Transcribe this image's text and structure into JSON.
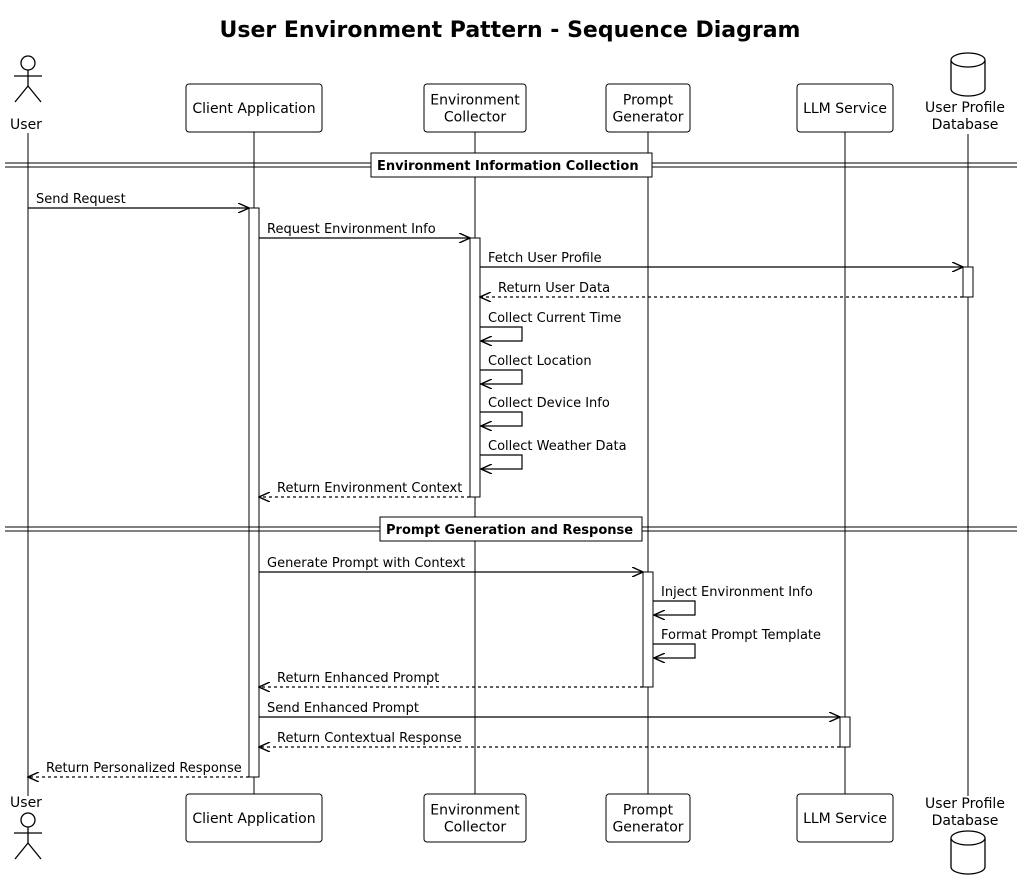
{
  "title": "User Environment Pattern - Sequence Diagram",
  "participants": [
    {
      "id": "user",
      "kind": "actor",
      "lines": [
        "User"
      ]
    },
    {
      "id": "client",
      "kind": "box",
      "lines": [
        "Client Application"
      ]
    },
    {
      "id": "env",
      "kind": "box",
      "lines": [
        "Environment",
        "Collector"
      ]
    },
    {
      "id": "prompt",
      "kind": "box",
      "lines": [
        "Prompt",
        "Generator"
      ]
    },
    {
      "id": "llm",
      "kind": "box",
      "lines": [
        "LLM Service"
      ]
    },
    {
      "id": "db",
      "kind": "database",
      "lines": [
        "User Profile",
        "Database"
      ]
    }
  ],
  "dividers": [
    {
      "label": "Environment Information Collection"
    },
    {
      "label": "Prompt Generation and Response"
    }
  ],
  "messages": [
    {
      "from": "user",
      "to": "client",
      "label": "Send Request",
      "style": "solid"
    },
    {
      "from": "client",
      "to": "env",
      "label": "Request Environment Info",
      "style": "solid"
    },
    {
      "from": "env",
      "to": "db",
      "label": "Fetch User Profile",
      "style": "solid"
    },
    {
      "from": "db",
      "to": "env",
      "label": "Return User Data",
      "style": "dashed"
    },
    {
      "from": "env",
      "to": "env",
      "label": "Collect Current Time",
      "style": "solid"
    },
    {
      "from": "env",
      "to": "env",
      "label": "Collect Location",
      "style": "solid"
    },
    {
      "from": "env",
      "to": "env",
      "label": "Collect Device Info",
      "style": "solid"
    },
    {
      "from": "env",
      "to": "env",
      "label": "Collect Weather Data",
      "style": "solid"
    },
    {
      "from": "env",
      "to": "client",
      "label": "Return Environment Context",
      "style": "dashed"
    },
    {
      "from": "client",
      "to": "prompt",
      "label": "Generate Prompt with Context",
      "style": "solid"
    },
    {
      "from": "prompt",
      "to": "prompt",
      "label": "Inject Environment Info",
      "style": "solid"
    },
    {
      "from": "prompt",
      "to": "prompt",
      "label": "Format Prompt Template",
      "style": "solid"
    },
    {
      "from": "prompt",
      "to": "client",
      "label": "Return Enhanced Prompt",
      "style": "dashed"
    },
    {
      "from": "client",
      "to": "llm",
      "label": "Send Enhanced Prompt",
      "style": "solid"
    },
    {
      "from": "llm",
      "to": "client",
      "label": "Return Contextual Response",
      "style": "dashed"
    },
    {
      "from": "client",
      "to": "user",
      "label": "Return Personalized Response",
      "style": "dashed"
    }
  ]
}
